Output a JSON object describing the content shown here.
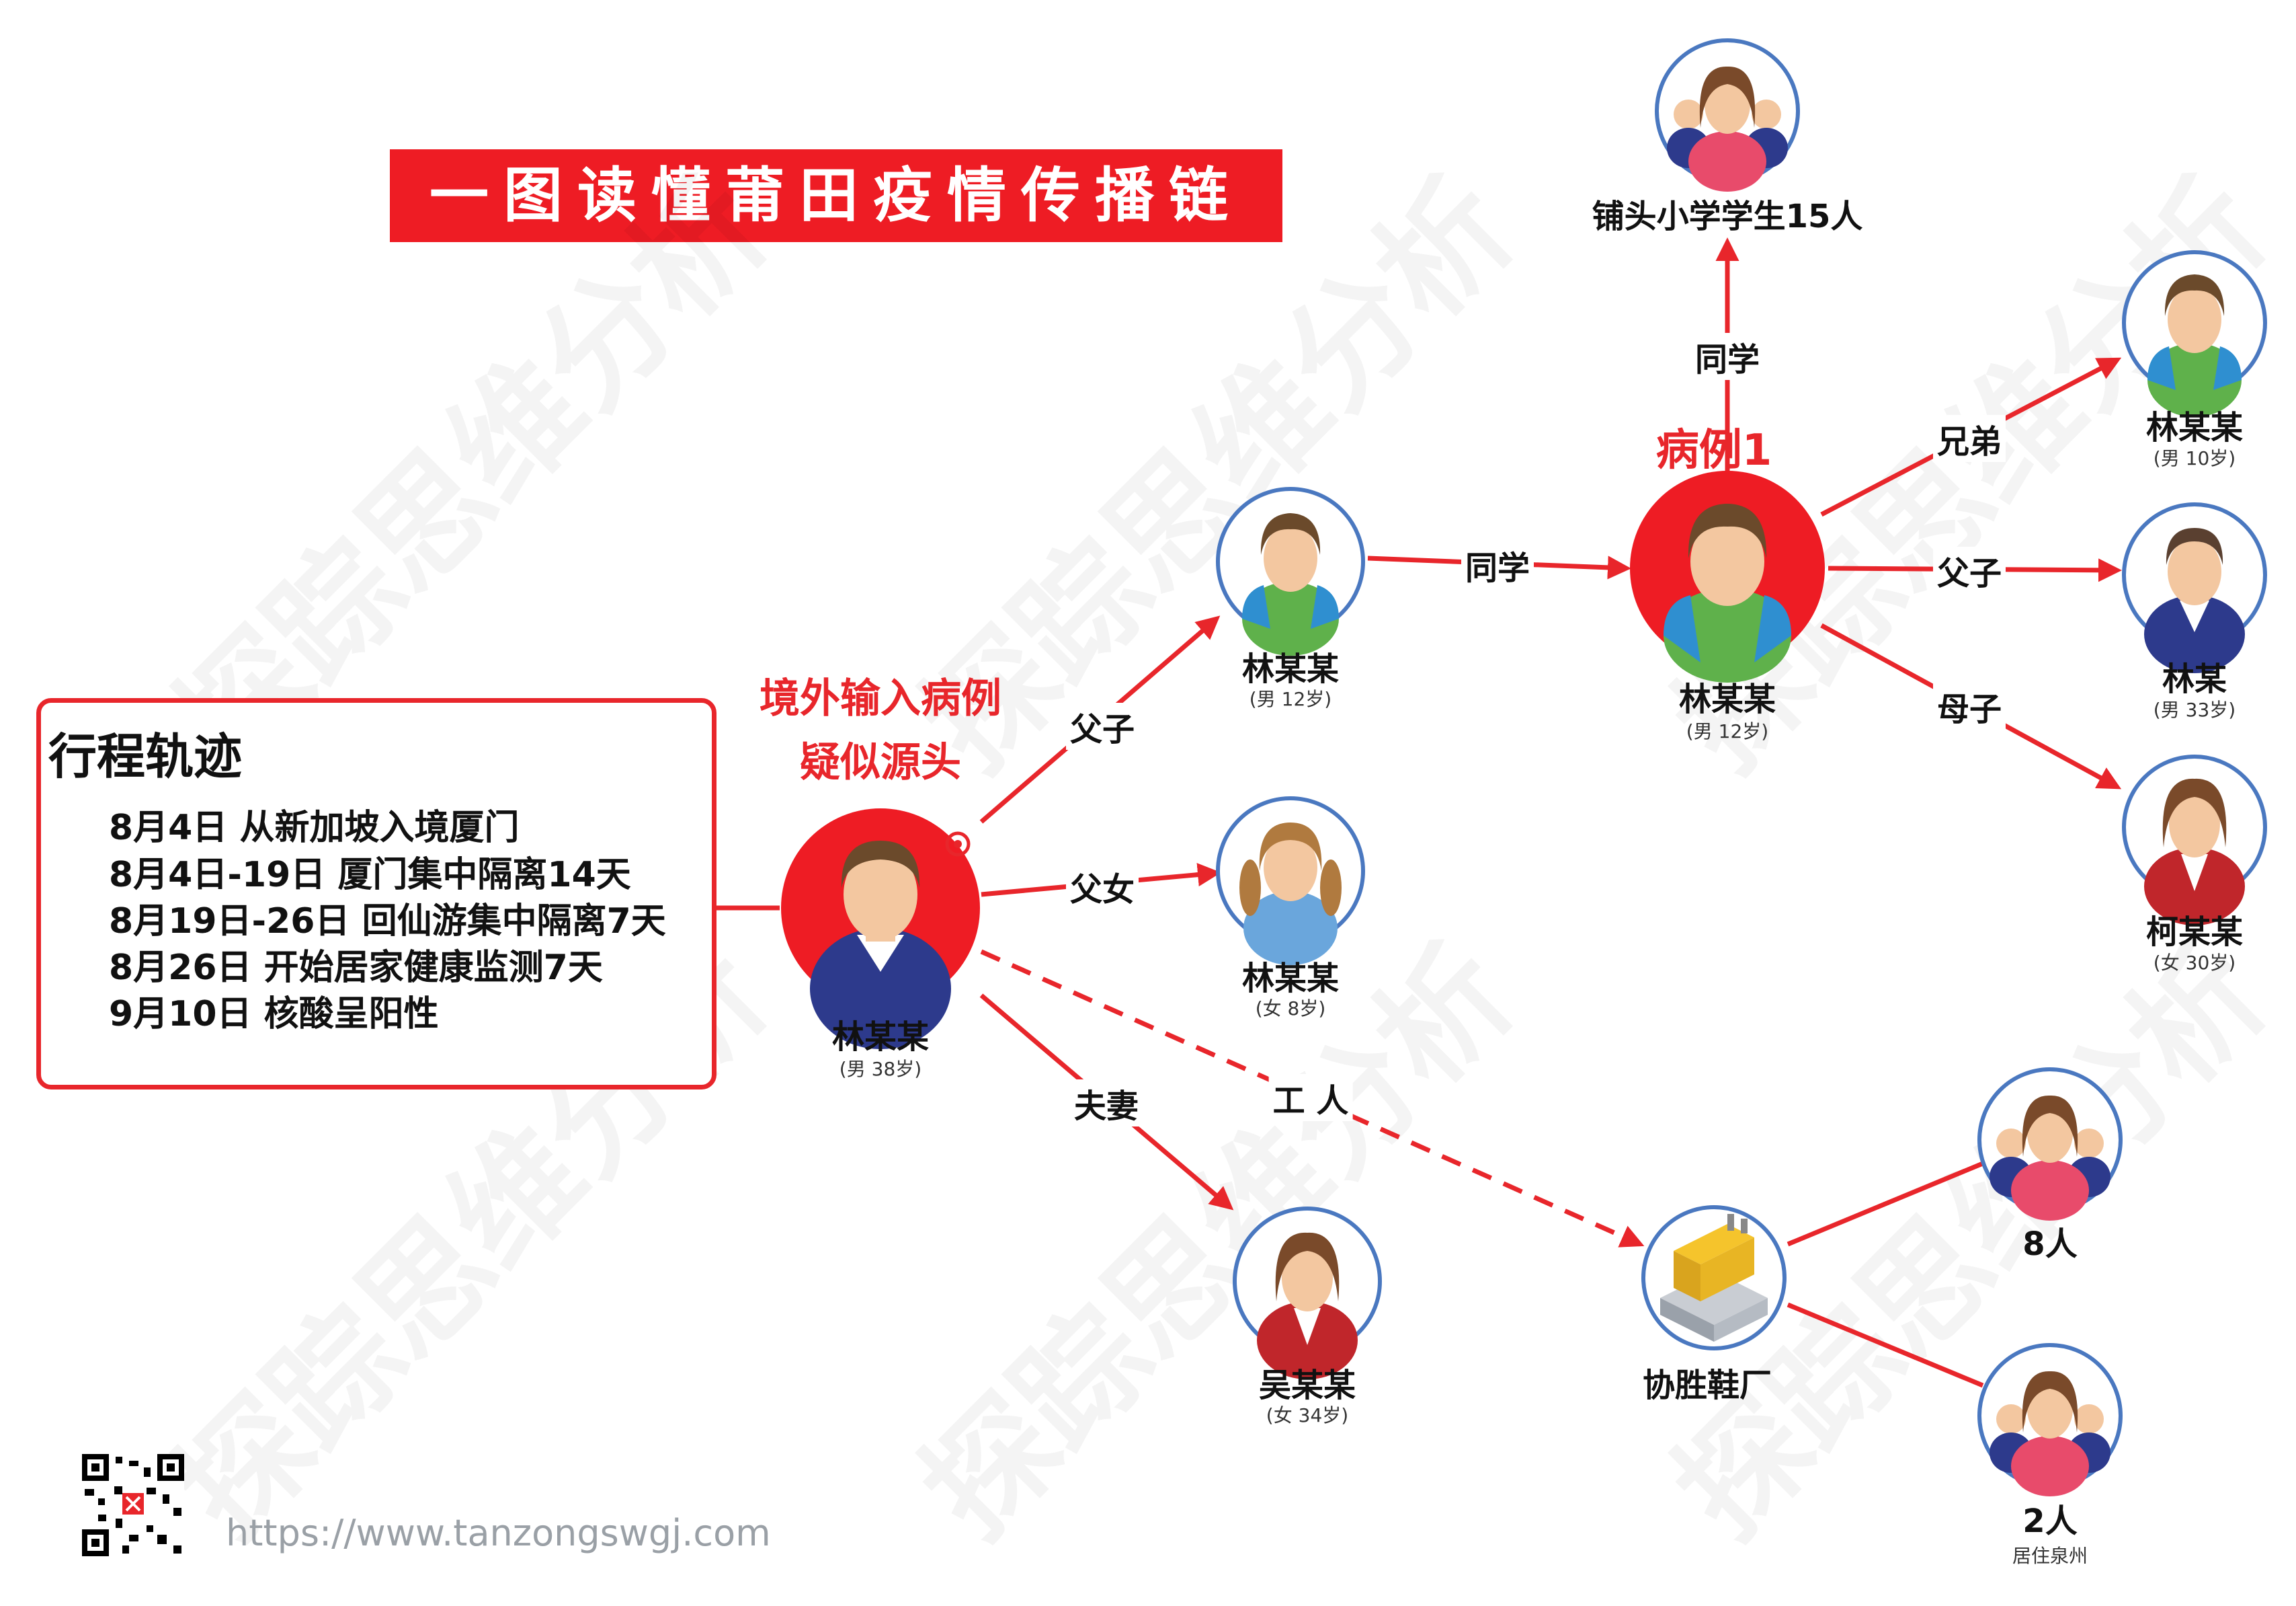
{
  "title": "一图读懂莆田疫情传播链",
  "itinerary": {
    "title": "行程轨迹",
    "lines": [
      "8月4日 从新加坡入境厦门",
      "8月4日-19日 厦门集中隔离14天",
      "8月19日-26日 回仙游集中隔离7天",
      "8月26日 开始居家健康监测7天",
      "9月10日 核酸呈阳性"
    ]
  },
  "source": {
    "label_line1": "境外输入病例",
    "label_line2": "疑似源头",
    "name": "林某某",
    "sub": "(男 38岁)"
  },
  "nodes": {
    "son": {
      "name": "林某某",
      "sub": "(男 12岁)"
    },
    "daughter": {
      "name": "林某某",
      "sub": "(女 8岁)"
    },
    "wife": {
      "name": "吴某某",
      "sub": "(女 34岁)"
    },
    "case1": {
      "label": "病例1",
      "name": "林某某",
      "sub": "(男 12岁)"
    },
    "school": {
      "name": "铺头小学学生15人"
    },
    "brother": {
      "name": "林某某",
      "sub": "(男 10岁)"
    },
    "father": {
      "name": "林某",
      "sub": "(男 33岁)"
    },
    "mother": {
      "name": "柯某某",
      "sub": "(女 30岁)"
    },
    "factory": {
      "name": "协胜鞋厂"
    },
    "group8": {
      "name": "8人"
    },
    "group2": {
      "name": "2人",
      "sub": "居住泉州"
    }
  },
  "relations": {
    "father_son": "父子",
    "father_daughter": "父女",
    "husband_wife": "夫妻",
    "worker": "工 人",
    "classmate": "同学",
    "classmate_school": "同学",
    "brothers": "兄弟",
    "father_son_2": "父子",
    "mother_son": "母子"
  },
  "url": "https://www.tanzongswgj.com",
  "watermark": "探踪思维分析",
  "colors": {
    "accent": "#e8262b",
    "ring": "#4a78c0",
    "skin": "#f3c7a0",
    "hair": "#6b4a2b"
  }
}
